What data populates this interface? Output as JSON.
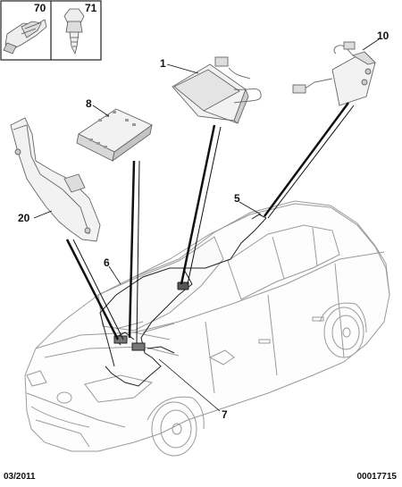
{
  "inset": {
    "left_callout": "70",
    "right_callout": "71"
  },
  "callouts": {
    "c1": "1",
    "c5": "5",
    "c6": "6",
    "c7": "7",
    "c8": "8",
    "c10": "10",
    "c20": "20"
  },
  "footer": {
    "date": "03/2011",
    "ref": "00017715"
  },
  "colors": {
    "line": "#222222",
    "part_stroke": "#666666",
    "car_stroke": "#9a9a9a",
    "part_fill": "#f2f2f2"
  }
}
